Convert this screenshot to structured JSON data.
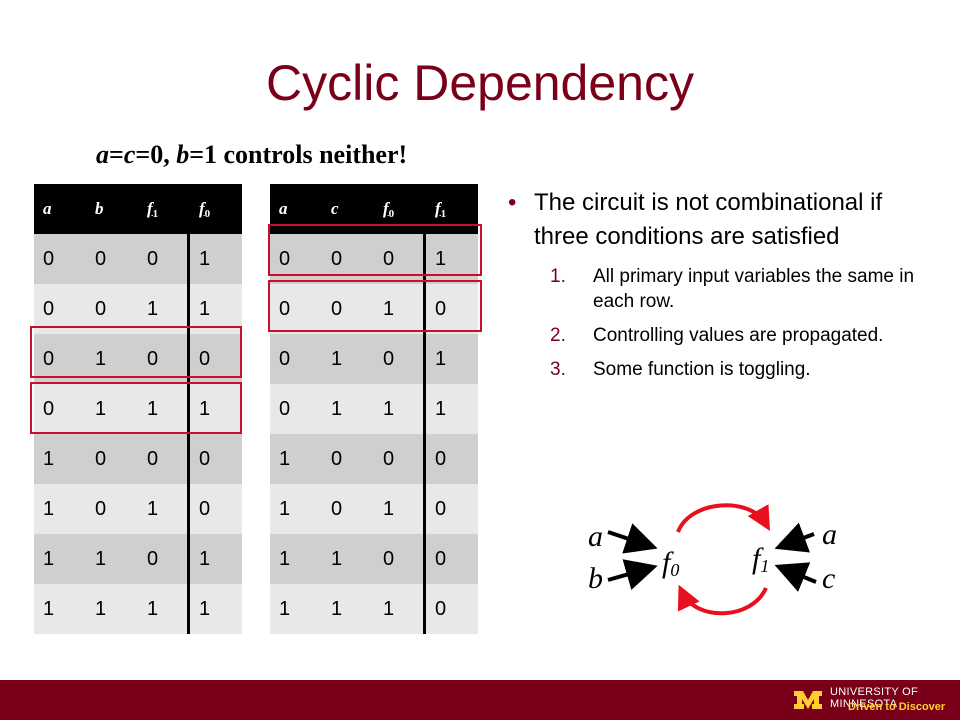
{
  "title": "Cyclic Dependency",
  "subtitle": {
    "a": "a",
    "eq1": "=",
    "c": "c",
    "eq2": "=0, ",
    "b": "b",
    "rest": "=1 controls neither!"
  },
  "left_table": {
    "headers": [
      "a",
      "b",
      "f",
      "1",
      "f",
      "0"
    ],
    "rows": [
      [
        "0",
        "0",
        "0",
        "1"
      ],
      [
        "0",
        "0",
        "1",
        "1"
      ],
      [
        "0",
        "1",
        "0",
        "0"
      ],
      [
        "0",
        "1",
        "1",
        "1"
      ],
      [
        "1",
        "0",
        "0",
        "0"
      ],
      [
        "1",
        "0",
        "1",
        "0"
      ],
      [
        "1",
        "1",
        "0",
        "1"
      ],
      [
        "1",
        "1",
        "1",
        "1"
      ]
    ]
  },
  "right_table": {
    "headers": [
      "a",
      "c",
      "f",
      "0",
      "f",
      "1"
    ],
    "rows": [
      [
        "0",
        "0",
        "0",
        "1"
      ],
      [
        "0",
        "0",
        "1",
        "0"
      ],
      [
        "0",
        "1",
        "0",
        "1"
      ],
      [
        "0",
        "1",
        "1",
        "1"
      ],
      [
        "1",
        "0",
        "0",
        "0"
      ],
      [
        "1",
        "0",
        "1",
        "0"
      ],
      [
        "1",
        "1",
        "0",
        "0"
      ],
      [
        "1",
        "1",
        "1",
        "0"
      ]
    ]
  },
  "bullets": {
    "main": "The circuit is not combinational if three conditions are satisfied",
    "items": [
      {
        "num": "1.",
        "text": "All primary input variables the same in each row."
      },
      {
        "num": "2.",
        "text": "Controlling values are propagated."
      },
      {
        "num": "3.",
        "text": "Some function is toggling."
      }
    ]
  },
  "diagram": {
    "left_in_top": "a",
    "left_in_bottom": "b",
    "node_left": "f",
    "node_left_sub": "0",
    "node_right": "f",
    "node_right_sub": "1",
    "right_in_top": "a",
    "right_in_bottom": "c"
  },
  "footer": {
    "university": "UNIVERSITY OF MINNESOTA",
    "tagline": "Driven to Discover"
  },
  "colors": {
    "maroon": "#7a0019",
    "gold": "#ffcc33",
    "highlight_red": "#c8102e"
  }
}
